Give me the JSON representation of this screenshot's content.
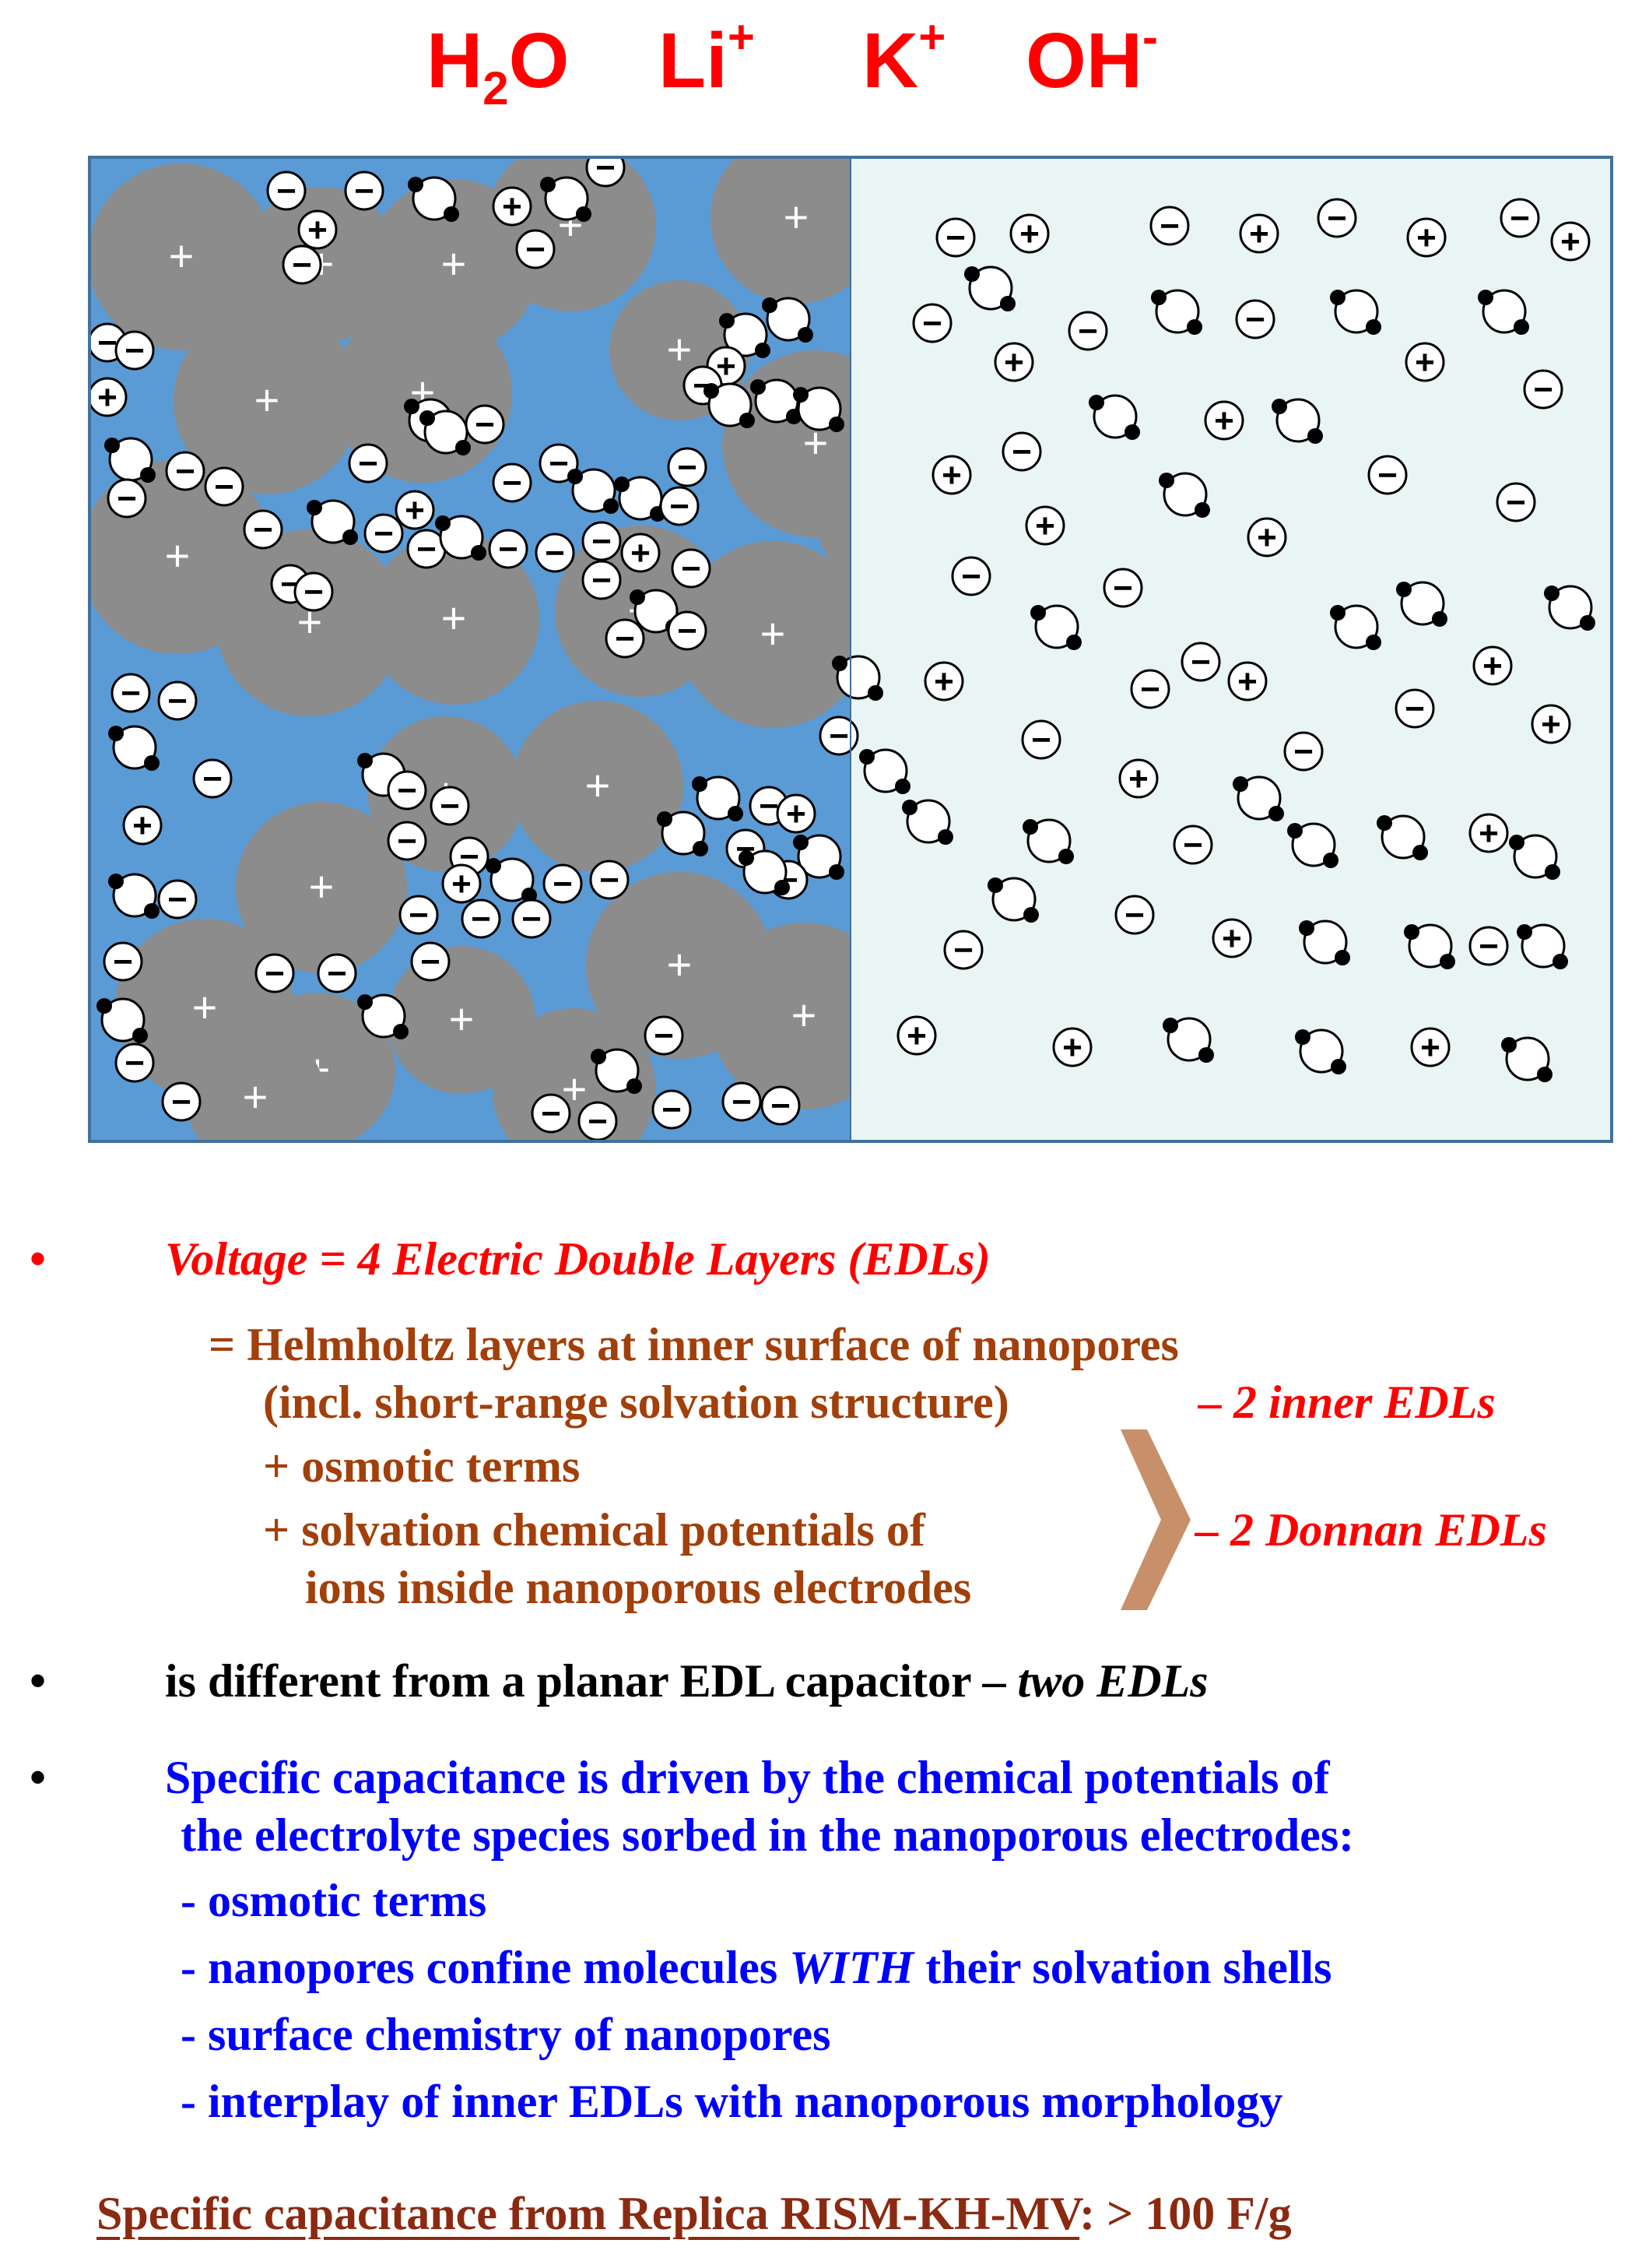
{
  "species": {
    "h2o": {
      "base": "H",
      "sub": "2",
      "rest": "O"
    },
    "li": {
      "base": "Li",
      "sup": "+"
    },
    "k": {
      "base": "K",
      "sup": "+"
    },
    "oh": {
      "base": "OH",
      "sup": "-"
    }
  },
  "diagram": {
    "colors": {
      "electrode": "#5b9bd5",
      "bulk": "#e9f5f5",
      "particle": "#8c8c8c",
      "border": "#41719c",
      "ion_stroke": "#000000"
    },
    "particle_symbol": "+",
    "cation_symbol": "+",
    "anion_symbol": "−"
  },
  "bullets": {
    "marker": "•",
    "b1": {
      "title": "Voltage = 4 Electric Double Layers (EDLs)",
      "line1": "= Helmholtz layers at inner surface of nanopores",
      "line2": "(incl. short-range solvation structure)",
      "line2_tag": "– 2 inner EDLs",
      "line3": "+ osmotic terms",
      "line4": "+ solvation chemical potentials of",
      "line5": "ions inside nanoporous electrodes",
      "donnan_tag": "– 2 Donnan EDLs"
    },
    "b2": {
      "text": "is different from a planar EDL capacitor – ",
      "italic": "two EDLs"
    },
    "b3": {
      "line1": "Specific capacitance is driven by the chemical potentials of",
      "line2": "the electrolyte species sorbed in the nanoporous electrodes:",
      "items": [
        {
          "pre": "- osmotic terms",
          "it": "",
          "post": ""
        },
        {
          "pre": "- nanopores confine molecules ",
          "it": "WITH",
          "post": "  their solvation shells"
        },
        {
          "pre": "- surface chemistry of nanopores",
          "it": "",
          "post": ""
        },
        {
          "pre": "- interplay of inner EDLs with nanoporous morphology",
          "it": "",
          "post": ""
        }
      ]
    },
    "footer": {
      "link": "Specific capacitance from Replica RISM-KH-MV",
      "value": ":  > 100 F/g"
    }
  }
}
